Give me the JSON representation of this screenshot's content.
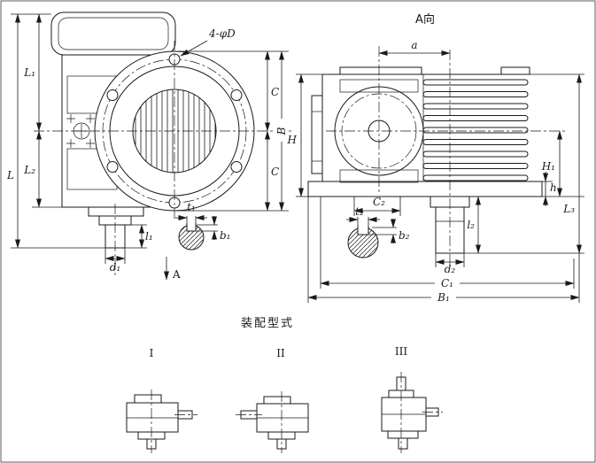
{
  "colors": {
    "ink": "#1a1a1a",
    "paper": "#ffffff"
  },
  "front_view": {
    "bolt_note": "4-φD",
    "section_label": "A",
    "dims": {
      "L1": "L₁",
      "L2": "L₂",
      "L": "L",
      "C_top": "C",
      "C_bottom": "C",
      "B": "B",
      "d1": "d₁",
      "l1": "l₁",
      "t1": "t₁",
      "b1": "b₁"
    }
  },
  "side_view": {
    "title": "A向",
    "dims": {
      "a": "a",
      "H": "H",
      "H1": "H₁",
      "h": "h",
      "L3": "L₃",
      "C2": "C₂",
      "t2": "t₂",
      "b2": "b₂",
      "l2": "l₂",
      "d2": "d₂",
      "C1": "C₁",
      "B1": "B₁"
    }
  },
  "assembly": {
    "title": "装配型式",
    "types": [
      {
        "label": "I"
      },
      {
        "label": "II"
      },
      {
        "label": "III"
      }
    ]
  }
}
